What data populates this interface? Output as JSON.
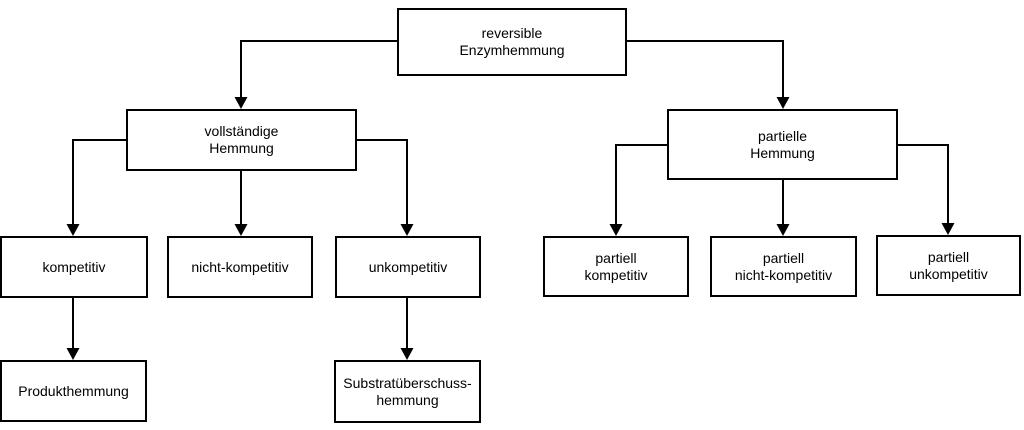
{
  "diagram": {
    "type": "flowchart-tree",
    "colors": {
      "background": "#ffffff",
      "line": "#000000",
      "box_fill": "#ffffff",
      "text": "#000000"
    },
    "nodes": {
      "root": {
        "label": "reversible\nEnzymhemmung"
      },
      "vollstaendige": {
        "label": "vollständige\nHemmung"
      },
      "partielle": {
        "label": "partielle\nHemmung"
      },
      "kompetitiv": {
        "label": "kompetitiv"
      },
      "nicht_kompetitiv": {
        "label": "nicht-kompetitiv"
      },
      "unkompetitiv": {
        "label": "unkompetitiv"
      },
      "partiell_kompetitiv": {
        "label": "partiell\nkompetitiv"
      },
      "partiell_nicht_kompetitiv": {
        "label": "partiell\nnicht-kompetitiv"
      },
      "partiell_unkompetitiv": {
        "label": "partiell\nunkompetitiv"
      },
      "produkthemmung": {
        "label": "Produkthemmung"
      },
      "substratueberschusshemmung": {
        "label": "Substratüberschuss-\nhemmung"
      }
    },
    "edges": [
      {
        "from": "root",
        "to": "vollstaendige"
      },
      {
        "from": "root",
        "to": "partielle"
      },
      {
        "from": "vollstaendige",
        "to": "kompetitiv"
      },
      {
        "from": "vollstaendige",
        "to": "nicht_kompetitiv"
      },
      {
        "from": "vollstaendige",
        "to": "unkompetitiv"
      },
      {
        "from": "partielle",
        "to": "partiell_kompetitiv"
      },
      {
        "from": "partielle",
        "to": "partiell_nicht_kompetitiv"
      },
      {
        "from": "partielle",
        "to": "partiell_unkompetitiv"
      },
      {
        "from": "kompetitiv",
        "to": "produkthemmung"
      },
      {
        "from": "unkompetitiv",
        "to": "substratueberschusshemmung"
      }
    ]
  }
}
